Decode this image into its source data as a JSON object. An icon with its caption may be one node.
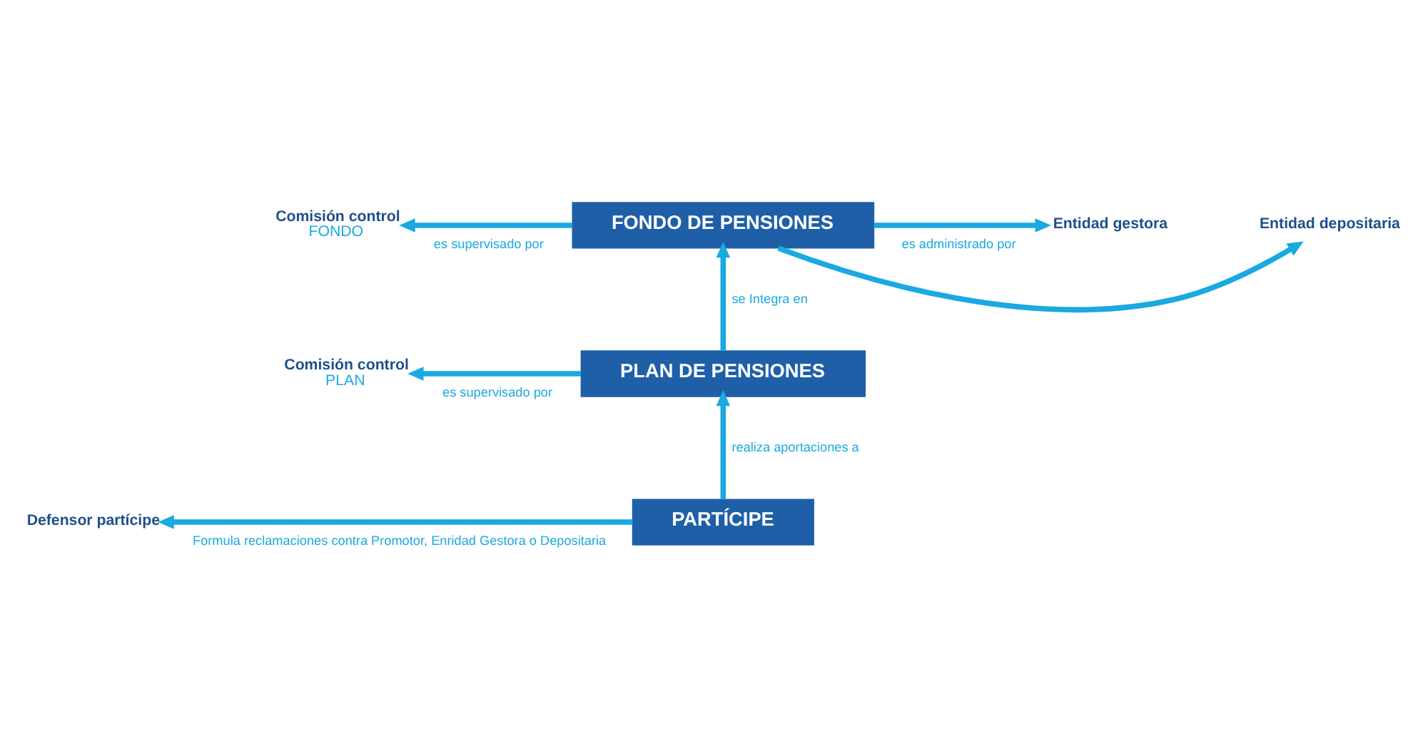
{
  "diagram": {
    "nodes": [
      {
        "text": [
          "FONDO DE PENSIONES"
        ]
      },
      {
        "text": [
          "Comisión control",
          "FONDO"
        ]
      },
      {
        "text": [
          "Entidad gestora"
        ]
      },
      {
        "text": [
          "Entidad depositaria"
        ]
      },
      {
        "text": [
          "PLAN DE PENSIONES"
        ]
      },
      {
        "text": [
          "Comisión control",
          "PLAN"
        ]
      },
      {
        "text": [
          "PARTÍCIPE"
        ]
      },
      {
        "text": [
          "Defensor partícipe"
        ]
      }
    ],
    "edges": [
      {
        "from": 0,
        "to": 1,
        "arrow": "to",
        "label": "es supervisado por"
      },
      {
        "from": 0,
        "to": 2,
        "arrow": "to",
        "label": "es administrado por"
      },
      {
        "from": 0,
        "to": 3,
        "arrow": "to"
      },
      {
        "from": 4,
        "to": 0,
        "arrow": "to",
        "label": "se Integra en"
      },
      {
        "from": 4,
        "to": 5,
        "arrow": "to",
        "label": "es supervisado por"
      },
      {
        "from": 6,
        "to": 4,
        "arrow": "to",
        "label": "realiza aportaciones a"
      },
      {
        "from": 6,
        "to": 7,
        "arrow": "to",
        "label": "Formula reclamaciones contra Promotor, Enridad Gestora o Depositaria"
      }
    ]
  }
}
